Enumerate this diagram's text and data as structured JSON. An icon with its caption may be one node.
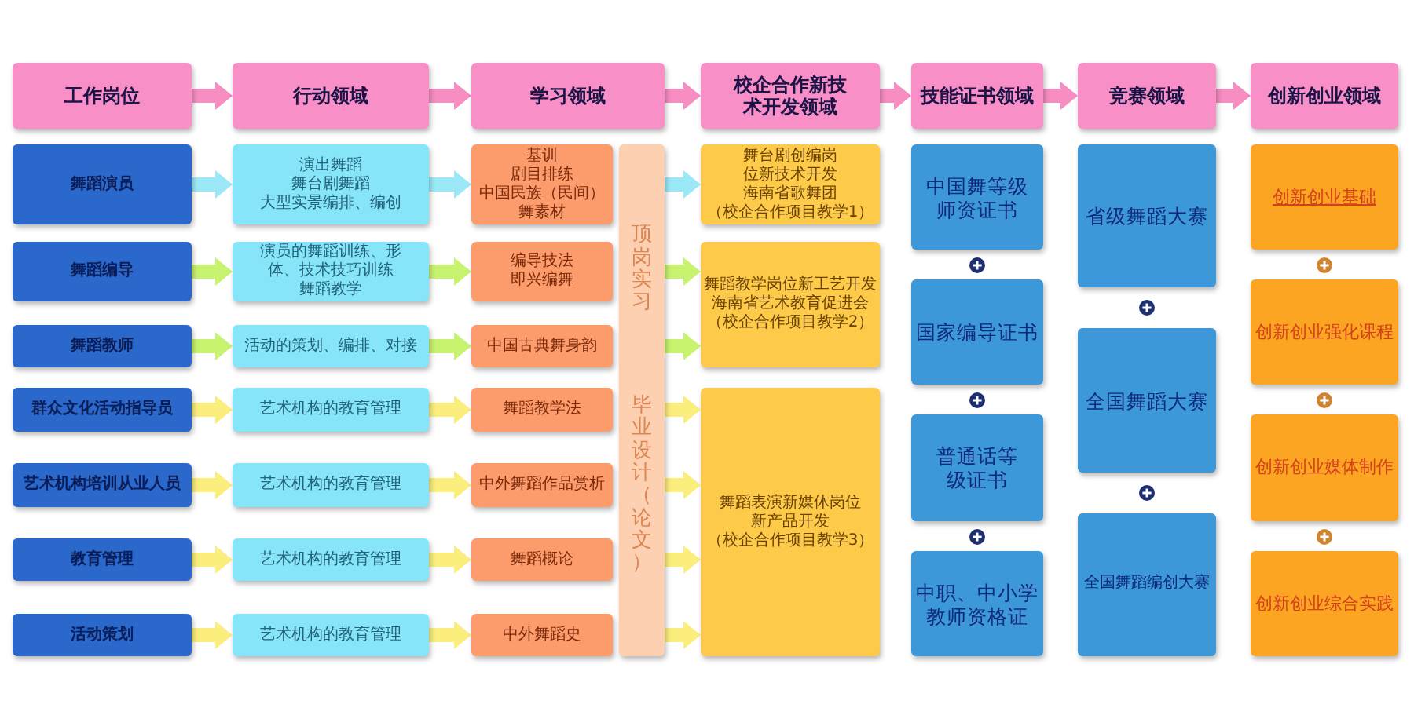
{
  "diagram": {
    "nodes": [
      {
        "text": [
          "工作岗位"
        ]
      },
      {
        "text": [
          "行动领域"
        ]
      },
      {
        "text": [
          "学习领域"
        ]
      },
      {
        "text": [
          "校企合作新技术开发领域"
        ]
      },
      {
        "text": [
          "技能证书领域"
        ]
      },
      {
        "text": [
          "竞赛领域"
        ]
      },
      {
        "text": [
          "创新创业领域"
        ]
      },
      {
        "text": [
          "舞蹈演员"
        ]
      },
      {
        "text": [
          "演出舞蹈",
          "舞台剧舞蹈",
          "大型实景编排、编创"
        ]
      },
      {
        "text": [
          "基训",
          "剧目排练",
          "中国民族（民间）舞素材"
        ]
      },
      {
        "text": [
          "顶岗实习",
          "毕业设计（论文）"
        ]
      },
      {
        "text": [
          "舞台剧创编岗位新技术开发",
          "海南省歌舞团",
          "（校企合作项目教学1）"
        ]
      },
      {
        "text": [
          "中国舞等级师资证书"
        ]
      },
      {
        "text": [
          "省级舞蹈大赛"
        ]
      },
      {
        "text": [
          "创新创业基础"
        ]
      },
      {
        "text": [
          "舞蹈编导"
        ]
      },
      {
        "text": [
          "演员的舞蹈训练、形体、技术技巧训练",
          "舞蹈教学"
        ]
      },
      {
        "text": [
          "编导技法",
          "即兴编舞"
        ]
      },
      {
        "text": [
          "舞蹈教学岗位新工艺开发",
          "海南省艺术教育促进会",
          "（校企合作项目教学2）"
        ]
      },
      {
        "text": [
          "国家编导证书"
        ]
      },
      {
        "text": [
          "创新创业强化课程"
        ]
      },
      {
        "text": [
          "舞蹈教师"
        ]
      },
      {
        "text": [
          "活动的策划、编排、对接"
        ]
      },
      {
        "text": [
          "中国古典舞身韵"
        ]
      },
      {
        "text": [
          "全国舞蹈大赛"
        ]
      },
      {
        "text": [
          "群众文化活动指导员"
        ]
      },
      {
        "text": [
          "艺术机构的教育管理"
        ]
      },
      {
        "text": [
          "舞蹈教学法"
        ]
      },
      {
        "text": [
          "舞蹈表演新媒体岗位新产品开发",
          "（校企合作项目教学3）"
        ]
      },
      {
        "text": [
          "普通话等级证书"
        ]
      },
      {
        "text": [
          "创新创业媒体制作"
        ]
      },
      {
        "text": [
          "艺术机构培训从业人员"
        ]
      },
      {
        "text": [
          "艺术机构的教育管理"
        ]
      },
      {
        "text": [
          "中外舞蹈作品赏析"
        ]
      },
      {
        "text": [
          "全国舞蹈编创大赛"
        ]
      },
      {
        "text": [
          "教育管理"
        ]
      },
      {
        "text": [
          "艺术机构的教育管理"
        ]
      },
      {
        "text": [
          "舞蹈概论"
        ]
      },
      {
        "text": [
          "中职、中小学教师资格证"
        ]
      },
      {
        "text": [
          "创新创业综合实践"
        ]
      },
      {
        "text": [
          "活动策划"
        ]
      },
      {
        "text": [
          "艺术机构的教育管理"
        ]
      },
      {
        "text": [
          "中外舞蹈史"
        ]
      }
    ],
    "edges": [
      {
        "from": 0,
        "to": 1,
        "arrow": "to",
        "color": "#f78dc3"
      },
      {
        "from": 1,
        "to": 2,
        "arrow": "to",
        "color": "#f78dc3"
      },
      {
        "from": 2,
        "to": 3,
        "arrow": "to",
        "color": "#f78dc3"
      },
      {
        "from": 3,
        "to": 4,
        "arrow": "to",
        "color": "#f78dc3"
      },
      {
        "from": 4,
        "to": 5,
        "arrow": "to",
        "color": "#f78dc3"
      },
      {
        "from": 5,
        "to": 6,
        "arrow": "to",
        "color": "#f78dc3"
      },
      {
        "from": 7,
        "to": 8,
        "arrow": "to",
        "color": "#9be9f7"
      },
      {
        "from": 8,
        "to": 9,
        "arrow": "to",
        "color": "#9be9f7"
      },
      {
        "from": 10,
        "to": 11,
        "arrow": "to",
        "color": "#9be9f7"
      },
      {
        "from": 15,
        "to": 16,
        "arrow": "to",
        "color": "#c8f36e"
      },
      {
        "from": 16,
        "to": 17,
        "arrow": "to",
        "color": "#c8f36e"
      },
      {
        "from": 10,
        "to": 18,
        "arrow": "to",
        "color": "#c8f36e"
      },
      {
        "from": 21,
        "to": 22,
        "arrow": "to",
        "color": "#c8f36e"
      },
      {
        "from": 22,
        "to": 23,
        "arrow": "to",
        "color": "#c8f36e"
      },
      {
        "from": 10,
        "to": 18,
        "arrow": "to",
        "color": "#c8f36e"
      },
      {
        "from": 25,
        "to": 26,
        "arrow": "to"
      },
      {
        "from": 26,
        "to": 27,
        "arrow": "to"
      },
      {
        "from": 10,
        "to": 28,
        "arrow": "to"
      },
      {
        "from": 31,
        "to": 32,
        "arrow": "to"
      },
      {
        "from": 32,
        "to": 33,
        "arrow": "to"
      },
      {
        "from": 10,
        "to": 28,
        "arrow": "to"
      },
      {
        "from": 35,
        "to": 36,
        "arrow": "to"
      },
      {
        "from": 36,
        "to": 37,
        "arrow": "to"
      },
      {
        "from": 10,
        "to": 28,
        "arrow": "to"
      },
      {
        "from": 40,
        "to": 41,
        "arrow": "to"
      },
      {
        "from": 41,
        "to": 42,
        "arrow": "to"
      },
      {
        "from": 10,
        "to": 28,
        "arrow": "to"
      }
    ]
  }
}
